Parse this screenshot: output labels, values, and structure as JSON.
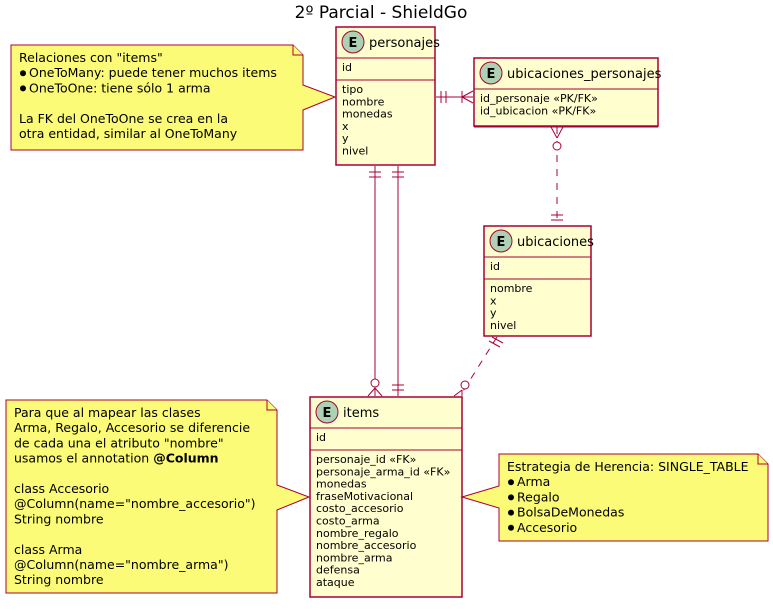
{
  "title": "2º Parcial - ShieldGo",
  "entity_marker": "E",
  "entities": {
    "personajes": {
      "name": "personajes",
      "pk": [
        "id"
      ],
      "attributes": [
        "tipo",
        "nombre",
        "monedas",
        "x",
        "y",
        "nivel"
      ]
    },
    "ubicaciones_personajes": {
      "name": "ubicaciones_personajes",
      "pk": [
        "id_personaje «PK/FK»",
        "id_ubicacion «PK/FK»"
      ],
      "attributes": []
    },
    "ubicaciones": {
      "name": "ubicaciones",
      "pk": [
        "id"
      ],
      "attributes": [
        "nombre",
        "x",
        "y",
        "nivel"
      ]
    },
    "items": {
      "name": "items",
      "pk": [
        "id"
      ],
      "attributes": [
        "personaje_id «FK»",
        "personaje_arma_id «FK»",
        "monedas",
        "fraseMotivacional",
        "costo_accesorio",
        "costo_arma",
        "nombre_regalo",
        "nombre_accesorio",
        "nombre_arma",
        "defensa",
        "ataque"
      ]
    }
  },
  "notes": {
    "relations": {
      "lines": [
        {
          "text": "Relaciones con \"items\""
        },
        {
          "text": "OneToMany: puede tener muchos items",
          "bullet": true
        },
        {
          "text": "OneToOne: tiene sólo 1 arma",
          "bullet": true
        },
        {
          "text": ""
        },
        {
          "text": "La FK del OneToOne se crea en la"
        },
        {
          "text": "otra entidad, similar al OneToMany"
        }
      ]
    },
    "mapping": {
      "lines": [
        {
          "text": "Para que al mapear las clases"
        },
        {
          "text": "Arma, Regalo, Accesorio se diferencie"
        },
        {
          "text": "de cada una el atributo \"nombre\""
        },
        {
          "text": "usamos el annotation ",
          "bold": "@Column"
        },
        {
          "text": ""
        },
        {
          "text": "class Accesorio"
        },
        {
          "text": "@Column(name=\"nombre_accesorio\")"
        },
        {
          "text": "String nombre"
        },
        {
          "text": ""
        },
        {
          "text": "class Arma"
        },
        {
          "text": "@Column(name=\"nombre_arma\")"
        },
        {
          "text": "String nombre"
        }
      ]
    },
    "inheritance": {
      "lines": [
        {
          "text": "Estrategia de Herencia: SINGLE_TABLE"
        },
        {
          "text": "Arma",
          "bullet": true
        },
        {
          "text": "Regalo",
          "bullet": true
        },
        {
          "text": "BolsaDeMonedas",
          "bullet": true
        },
        {
          "text": "Accesorio",
          "bullet": true
        }
      ]
    }
  },
  "colors": {
    "entity_fill": "#FEFECE",
    "entity_border": "#A80036",
    "note_fill": "#FBFB77",
    "circle_fill": "#ADD1B2",
    "line": "#A80036"
  }
}
